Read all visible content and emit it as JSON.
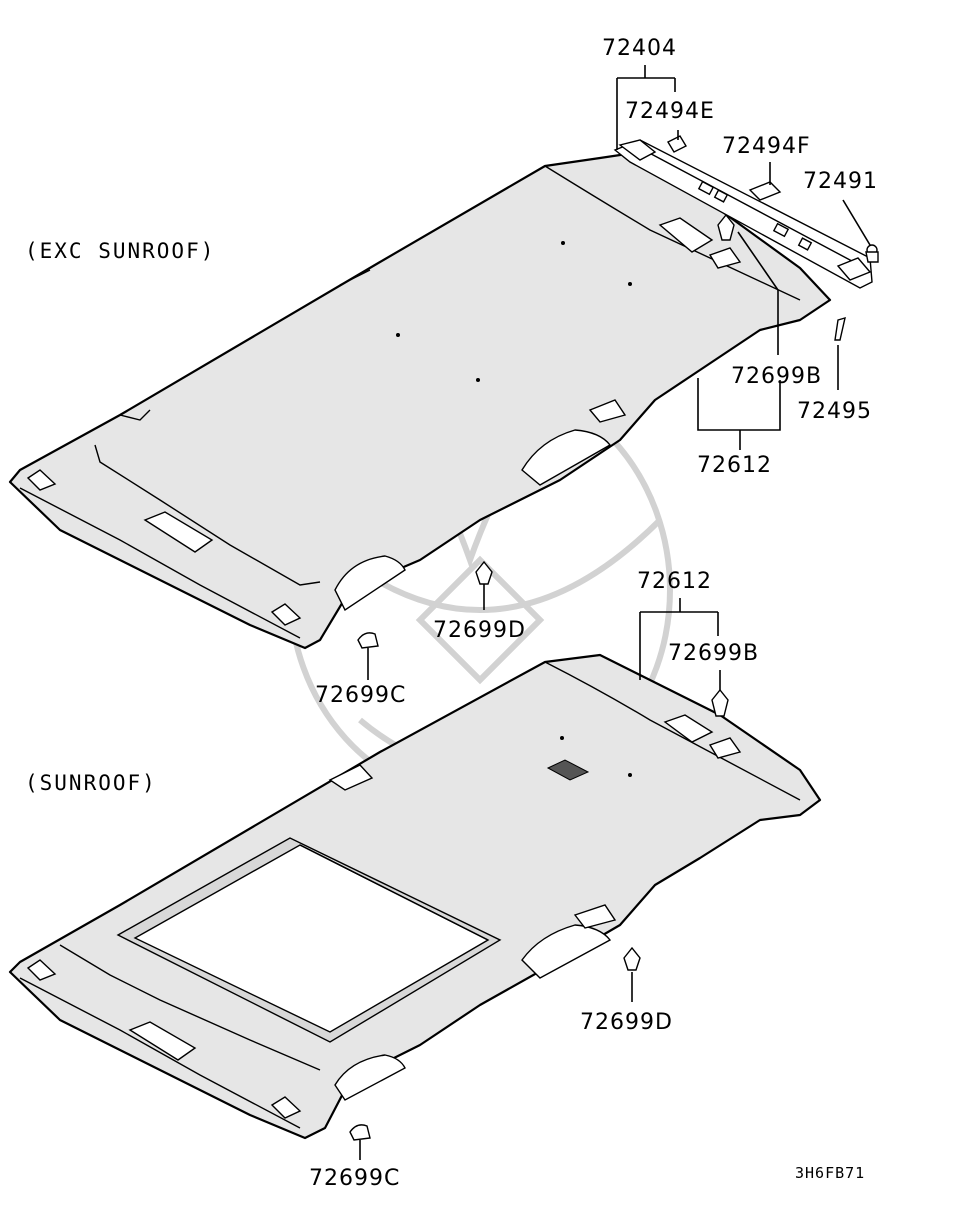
{
  "diagram": {
    "variants": {
      "exc_sunroof": "(EXC SUNROOF)",
      "sunroof": "(SUNROOF)"
    },
    "parts": {
      "p72404": "72404",
      "p72494E": "72494E",
      "p72494F": "72494F",
      "p72491": "72491",
      "p72699B_top": "72699B",
      "p72495": "72495",
      "p72612_top": "72612",
      "p72699D_top": "72699D",
      "p72699C_top": "72699C",
      "p72612_bottom": "72612",
      "p72699B_bottom": "72699B",
      "p72699D_bottom": "72699D",
      "p72699C_bottom": "72699C"
    },
    "drawing_code": "3H6FB71"
  }
}
